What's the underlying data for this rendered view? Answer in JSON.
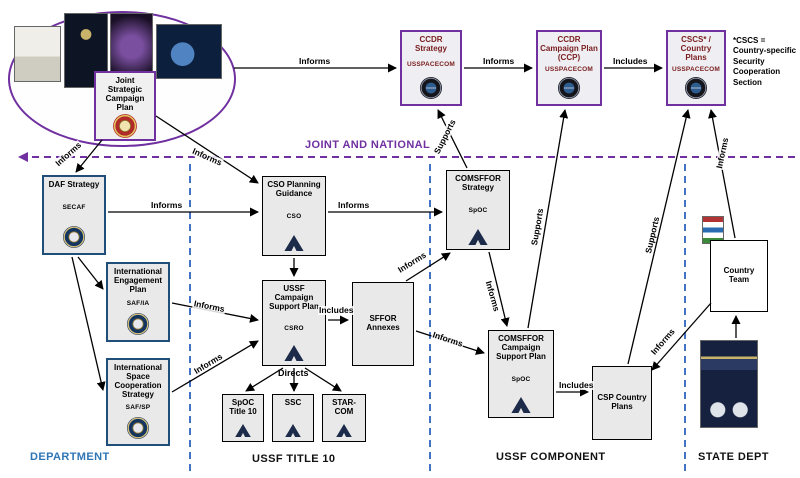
{
  "regions": {
    "joint_national": "JOINT AND NATIONAL",
    "department": "DEPARTMENT",
    "ussf_title10": "USSF TITLE 10",
    "ussf_component": "USSF COMPONENT",
    "state_dept": "STATE DEPT"
  },
  "note": {
    "text": "*CSCS = Country-specific Security Cooperation Section"
  },
  "boxes": {
    "jscp": {
      "title": "Joint Strategic Campaign Plan"
    },
    "ccdr_strategy": {
      "title": "CCDR Strategy",
      "org": "USSPACECOM"
    },
    "ccdr_ccp": {
      "title": "CCDR Campaign Plan (CCP)",
      "org": "USSPACECOM"
    },
    "cscs": {
      "title": "CSCS* / Country Plans",
      "org": "USSPACECOM"
    },
    "daf_strategy": {
      "title": "DAF Strategy",
      "org": "SECAF"
    },
    "iep": {
      "title": "International Engagement Plan",
      "org": "SAF/IA"
    },
    "iscs": {
      "title": "International Space Cooperation Strategy",
      "org": "SAF/SP"
    },
    "cso_pg": {
      "title": "CSO Planning Guidance",
      "org": "CSO"
    },
    "ussf_csp": {
      "title": "USSF Campaign Support Plan",
      "org": "CSRO"
    },
    "sffor_annexes": {
      "title": "SFFOR Annexes"
    },
    "spoc_title10": {
      "title": "SpOC Title 10"
    },
    "ssc": {
      "title": "SSC"
    },
    "starcom": {
      "title": "STAR-COM"
    },
    "comsffor_strategy": {
      "title": "COMSFFOR Strategy",
      "org": "SpOC"
    },
    "comsffor_csp": {
      "title": "COMSFFOR Campaign Support Plan",
      "org": "SpOC"
    },
    "csp_country_plans": {
      "title": "CSP Country Plans"
    },
    "country_team": {
      "title": "Country Team"
    }
  },
  "edge_labels": {
    "oval_to_ccdr": "Informs",
    "ccdr_to_ccp": "Informs",
    "ccp_to_cscs": "Includes",
    "jscp_to_daf": "Informs",
    "jscp_to_cso": "Informs",
    "daf_to_cso": "Informs",
    "cso_to_comsffor": "Informs",
    "iep_to_csp": "Informs",
    "iscs_to_csp": "Informs",
    "csp_to_sffor": "Includes",
    "directs": "Directs",
    "sffor_to_comsffor_strategy": "Informs",
    "sffor_to_comsffor_csp": "Informs",
    "comsffor_strategy_to_csp": "Informs",
    "comsffor_strategy_supports": "Supports",
    "comsffor_csp_supports": "Supports",
    "csp_cp_supports": "Supports",
    "country_team_to_csp_cp": "Informs",
    "country_team_to_cscs": "Informs",
    "csp_cp_to_country_team_includes": "Includes"
  }
}
